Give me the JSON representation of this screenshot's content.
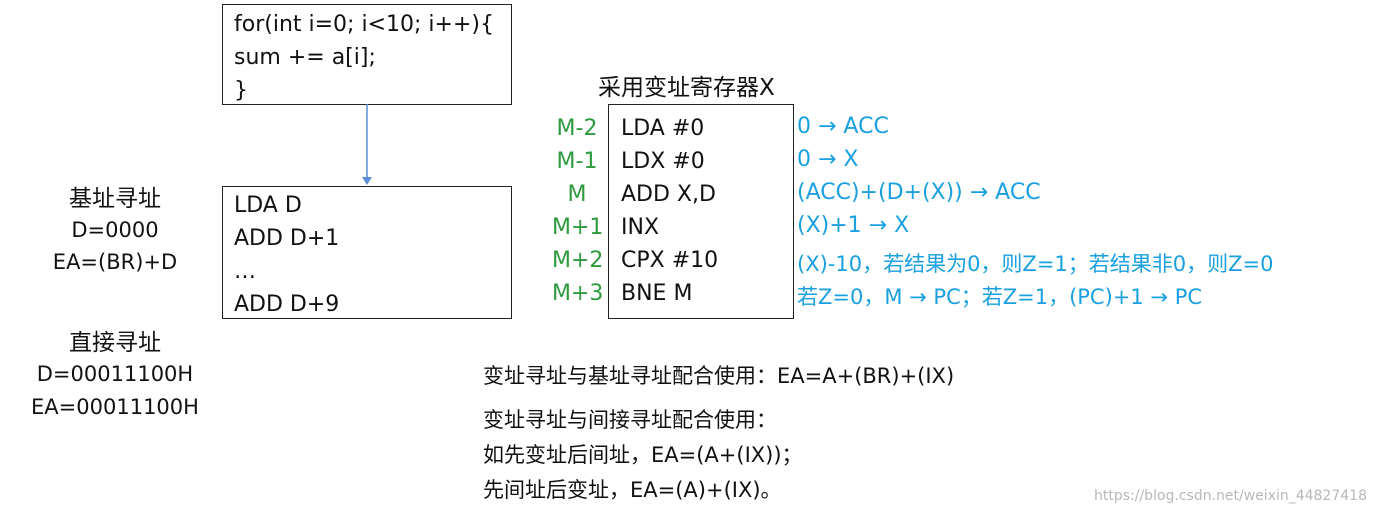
{
  "colors": {
    "accent_green": "#2e9a3e",
    "accent_blue": "#1aa0e0",
    "arrow": "#5b8fd1"
  },
  "code_box": {
    "lines": [
      "for(int i=0; i<10; i++){",
      "sum += a[i];",
      "}"
    ]
  },
  "base_box": {
    "lines": [
      "LDA D",
      "ADD D+1",
      "…",
      "ADD D+9"
    ]
  },
  "base_addressing": {
    "title": "基址寻址",
    "d": "D=0000",
    "ea": "EA=(BR)+D"
  },
  "direct_addressing": {
    "title": "直接寻址",
    "d": "D=00011100H",
    "ea": "EA=00011100H"
  },
  "index_register": {
    "title": "采用变址寄存器X",
    "rows": [
      {
        "addr": "M-2",
        "instr": "LDA #0",
        "desc": "0 → ACC"
      },
      {
        "addr": "M-1",
        "instr": "LDX #0",
        "desc": "0 → X"
      },
      {
        "addr": "M",
        "instr": "ADD X,D",
        "desc": "(ACC)+(D+(X)) → ACC"
      },
      {
        "addr": "M+1",
        "instr": "INX",
        "desc": "(X)+1 → X"
      },
      {
        "addr": "M+2",
        "instr": "CPX #10",
        "desc": "(X)-10，若结果为0，则Z=1；若结果非0，则Z=0"
      },
      {
        "addr": "M+3",
        "instr": "BNE M",
        "desc": "若Z=0，M → PC；若Z=1，(PC)+1 → PC"
      }
    ]
  },
  "notes": {
    "combo_base": "变址寻址与基址寻址配合使用：EA=A+(BR)+(IX)",
    "combo_indirect_title": "变址寻址与间接寻址配合使用：",
    "pre_index": "如先变址后间址，EA=(A+(IX))；",
    "post_index": "先间址后变址，EA=(A)+(IX)。"
  },
  "watermark": "https://blog.csdn.net/weixin_44827418"
}
